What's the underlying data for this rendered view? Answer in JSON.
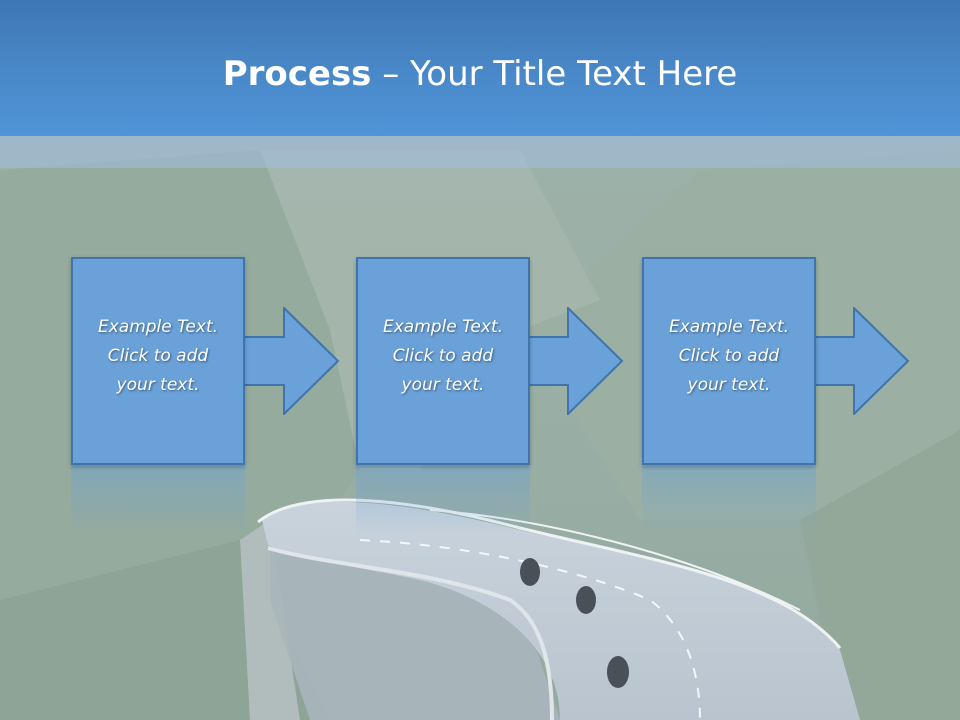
{
  "title": {
    "bold": "Process",
    "rest": " – Your Title Text Here"
  },
  "steps": [
    {
      "line1": "Example Text.",
      "line2": "Click  to add",
      "line3": "your text."
    },
    {
      "line1": "Example Text.",
      "line2": "Click  to add",
      "line3": "your text."
    },
    {
      "line1": "Example Text.",
      "line2": "Click  to add",
      "line3": "your text."
    }
  ],
  "colors": {
    "title_bar": "#4a8acb",
    "box_fill": "#6aa1d8",
    "box_border": "#3f74ad",
    "text": "#ffffff"
  },
  "background_image": "mountain-road-with-motorcycles"
}
